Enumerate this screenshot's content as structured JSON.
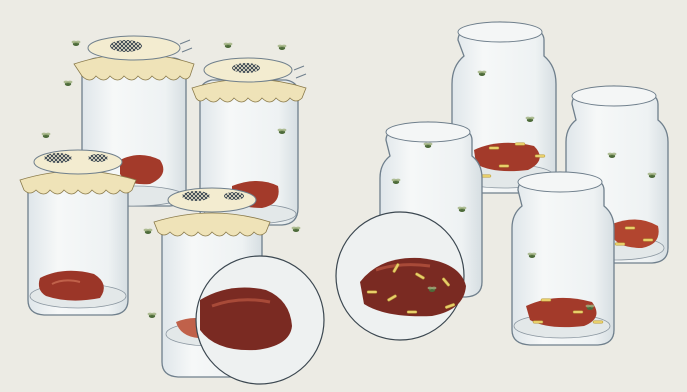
{
  "illustration": {
    "subject": "jar-experiment",
    "groups": [
      {
        "name": "covered-jars",
        "jar_count": 4,
        "cover": "gauze",
        "maggots_present": false
      },
      {
        "name": "open-jars",
        "jar_count": 4,
        "cover": "none",
        "maggots_present": true
      }
    ],
    "colors": {
      "background": "#ecebe4",
      "glass_outline": "#6f7f8c",
      "meat": "#8a2f24",
      "meat_highlight": "#c0614a",
      "gauze": "#efe3b8",
      "mesh": "#2c3a48",
      "maggot": "#e8cf6a",
      "fly": "#4d6b3a"
    },
    "icons": [
      "jar",
      "gauze-cover",
      "meat",
      "fly",
      "maggot",
      "magnifier-circle"
    ]
  }
}
